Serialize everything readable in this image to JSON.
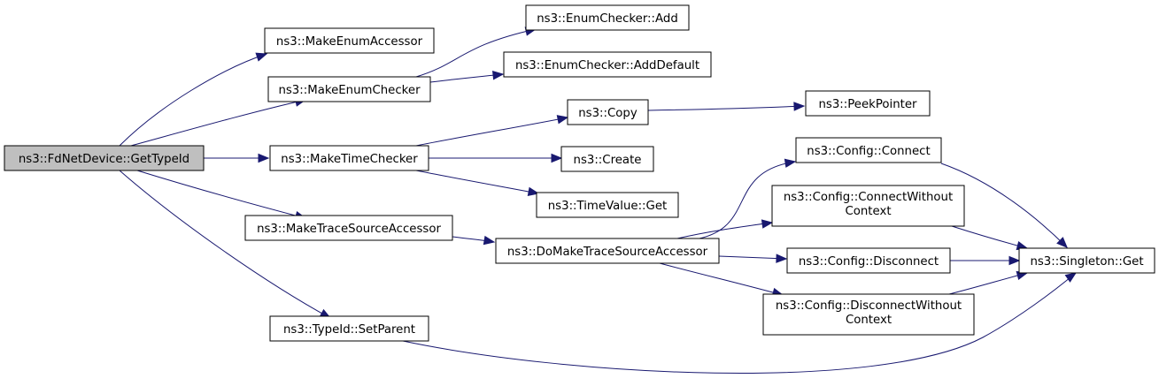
{
  "nodes": [
    {
      "id": "root",
      "lines": [
        "ns3::FdNetDevice::GetTypeId"
      ],
      "root": true
    },
    {
      "id": "makeEnumAccessor",
      "lines": [
        "ns3::MakeEnumAccessor"
      ]
    },
    {
      "id": "makeEnumChecker",
      "lines": [
        "ns3::MakeEnumChecker"
      ]
    },
    {
      "id": "makeTimeChecker",
      "lines": [
        "ns3::MakeTimeChecker"
      ]
    },
    {
      "id": "makeTraceSourceAccessor",
      "lines": [
        "ns3::MakeTraceSourceAccessor"
      ]
    },
    {
      "id": "setParent",
      "lines": [
        "ns3::TypeId::SetParent"
      ]
    },
    {
      "id": "enumAdd",
      "lines": [
        "ns3::EnumChecker::Add"
      ]
    },
    {
      "id": "enumAddDefault",
      "lines": [
        "ns3::EnumChecker::AddDefault"
      ]
    },
    {
      "id": "copy",
      "lines": [
        "ns3::Copy"
      ]
    },
    {
      "id": "create",
      "lines": [
        "ns3::Create"
      ]
    },
    {
      "id": "timeValueGet",
      "lines": [
        "ns3::TimeValue::Get"
      ]
    },
    {
      "id": "doMakeTraceSourceAccessor",
      "lines": [
        "ns3::DoMakeTraceSourceAccessor"
      ]
    },
    {
      "id": "peekPointer",
      "lines": [
        "ns3::PeekPointer"
      ]
    },
    {
      "id": "configConnect",
      "lines": [
        "ns3::Config::Connect"
      ]
    },
    {
      "id": "configConnectWithoutContext",
      "lines": [
        "ns3::Config::ConnectWithout",
        "Context"
      ]
    },
    {
      "id": "configDisconnect",
      "lines": [
        "ns3::Config::Disconnect"
      ]
    },
    {
      "id": "configDisconnectWithoutContext",
      "lines": [
        "ns3::Config::DisconnectWithout",
        "Context"
      ]
    },
    {
      "id": "singletonGet",
      "lines": [
        "ns3::Singleton::Get"
      ]
    }
  ],
  "edges": [
    {
      "from": "root",
      "to": "makeEnumAccessor"
    },
    {
      "from": "root",
      "to": "makeEnumChecker"
    },
    {
      "from": "root",
      "to": "makeTimeChecker"
    },
    {
      "from": "root",
      "to": "makeTraceSourceAccessor"
    },
    {
      "from": "root",
      "to": "setParent"
    },
    {
      "from": "makeEnumChecker",
      "to": "enumAdd"
    },
    {
      "from": "makeEnumChecker",
      "to": "enumAddDefault"
    },
    {
      "from": "makeTimeChecker",
      "to": "copy"
    },
    {
      "from": "makeTimeChecker",
      "to": "create"
    },
    {
      "from": "makeTimeChecker",
      "to": "timeValueGet"
    },
    {
      "from": "copy",
      "to": "peekPointer"
    },
    {
      "from": "makeTraceSourceAccessor",
      "to": "doMakeTraceSourceAccessor"
    },
    {
      "from": "doMakeTraceSourceAccessor",
      "to": "configConnect"
    },
    {
      "from": "doMakeTraceSourceAccessor",
      "to": "configConnectWithoutContext"
    },
    {
      "from": "doMakeTraceSourceAccessor",
      "to": "configDisconnect"
    },
    {
      "from": "doMakeTraceSourceAccessor",
      "to": "configDisconnectWithoutContext"
    },
    {
      "from": "configConnect",
      "to": "singletonGet"
    },
    {
      "from": "configConnectWithoutContext",
      "to": "singletonGet"
    },
    {
      "from": "configDisconnect",
      "to": "singletonGet"
    },
    {
      "from": "configDisconnectWithoutContext",
      "to": "singletonGet"
    },
    {
      "from": "setParent",
      "to": "singletonGet"
    }
  ],
  "colors": {
    "edge": "#191970",
    "root_fill": "#bfbfbf",
    "node_fill": "#ffffff",
    "node_border": "#000000"
  }
}
